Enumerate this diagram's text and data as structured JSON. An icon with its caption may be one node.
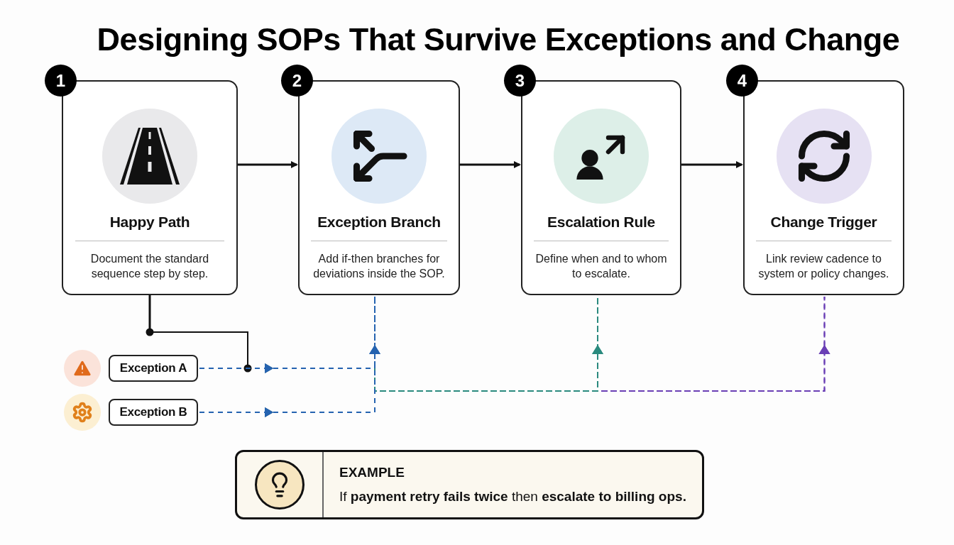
{
  "diagram": {
    "title": "Designing SOPs That Survive Exceptions and Change",
    "nodes": [
      {
        "text": [
          "Happy Path",
          "Document the standard sequence step by step."
        ],
        "beside": [
          "1"
        ]
      },
      {
        "text": [
          "Exception Branch",
          "Add if-then branches for deviations inside the SOP."
        ],
        "beside": [
          "2"
        ]
      },
      {
        "text": [
          "Escalation Rule",
          "Define when and to whom to escalate."
        ],
        "beside": [
          "3"
        ]
      },
      {
        "text": [
          "Change Trigger",
          "Link review cadence to system or policy changes."
        ],
        "beside": [
          "4"
        ]
      },
      {
        "text": [
          "Exception A"
        ]
      },
      {
        "text": [
          "Exception B"
        ]
      },
      {
        "text": [
          "EXAMPLE",
          "If **payment retry fails twice** then **escalate to billing ops.**"
        ]
      }
    ],
    "edges": [
      {
        "from": 0,
        "to": 1,
        "arrow": "to"
      },
      {
        "from": 1,
        "to": 2,
        "arrow": "to"
      },
      {
        "from": 2,
        "to": 3,
        "arrow": "to"
      },
      {
        "from": 0,
        "to": null,
        "arrow": "other"
      },
      {
        "from": 4,
        "to": 1,
        "arrow": "to",
        "style": "dashed",
        "color": "#2563b0"
      },
      {
        "from": 5,
        "to": 1,
        "arrow": "to",
        "style": "dashed",
        "color": "#2563b0"
      },
      {
        "from": 4,
        "to": 2,
        "arrow": "to",
        "style": "dashed",
        "color": "#2a8a7e"
      },
      {
        "from": 4,
        "to": 3,
        "arrow": "to",
        "style": "dashed",
        "color": "#6a3fb5"
      },
      {
        "from": 5,
        "to": 2,
        "arrow": "to",
        "style": "dashed",
        "color": "#2a8a7e"
      },
      {
        "from": 5,
        "to": 3,
        "arrow": "to",
        "style": "dashed",
        "color": "#6a3fb5"
      }
    ]
  }
}
